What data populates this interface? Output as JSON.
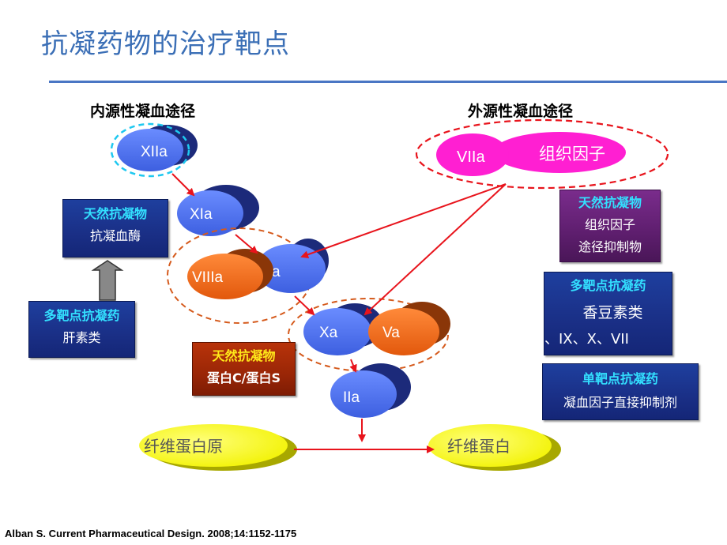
{
  "title": "抗凝药物的治疗靶点",
  "intrinsic_label": "内源性凝血途径",
  "extrinsic_label": "外源性凝血途径",
  "factors": {
    "xiia": "XIIa",
    "xia": "XIa",
    "viiia": "VIIIa",
    "ixa_partial": "a",
    "xa": "Xa",
    "va": "Va",
    "iia": "IIa",
    "viia": "VIIa",
    "tissue_factor": "组织因子",
    "fibrinogen": "纤维蛋白原",
    "fibrin": "纤维蛋白"
  },
  "boxes": {
    "natural_antithrombin": {
      "heading": "天然抗凝物",
      "line1": "抗凝血酶"
    },
    "multi_target_heparin": {
      "heading": "多靶点抗凝药",
      "line1": "肝素类"
    },
    "natural_tfpi": {
      "heading": "天然抗凝物",
      "line1": "组织因子",
      "line2": "途径抑制物"
    },
    "multi_target_coumarin": {
      "heading": "多靶点抗凝药",
      "line1": "香豆素类",
      "line2": "、IX、X、VII"
    },
    "natural_protein_c": {
      "heading": "天然抗凝物",
      "line1": "蛋白C/蛋白S"
    },
    "single_target": {
      "heading": "单靶点抗凝药",
      "line1": "凝血因子直接抑制剂"
    }
  },
  "citation": "Alban S. Current Pharmaceutical Design. 2008;14:1152-1175",
  "colors": {
    "title": "#3b6fb6",
    "factor_blue": "#4a6ee6",
    "factor_orange": "#ee6a1c",
    "viia_magenta": "#ff1fd2",
    "fibrin_yellow": "#ffff00",
    "arrow_red": "#e8141c",
    "box_navy": "#1a2f86"
  }
}
